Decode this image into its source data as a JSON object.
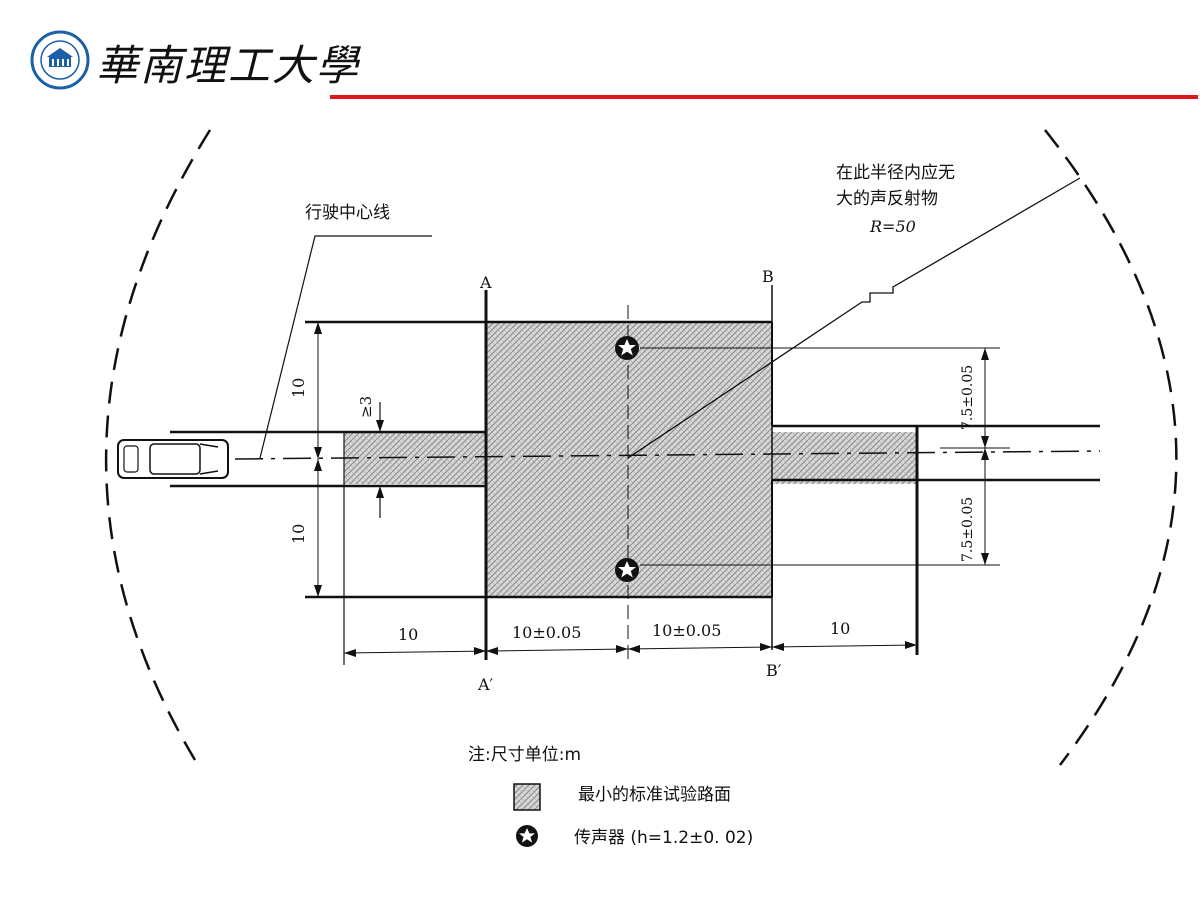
{
  "header": {
    "logo_text": "華南理工大學",
    "colors": {
      "rule": "#e0161b",
      "seal": "#1b5fa8"
    }
  },
  "diagram": {
    "centerline_label": "行驶中心线",
    "radius_note_line1": "在此半径内应无",
    "radius_note_line2": "大的声反射物",
    "radius_value": "R=50",
    "label_A": "A",
    "label_A_prime": "A′",
    "label_B": "B",
    "label_B_prime": "B′",
    "dim_top": "10",
    "dim_bottom": "10",
    "dim_lane": "≥3",
    "dim_mic_top": "7.5±0.05",
    "dim_mic_bottom": "7.5±0.05",
    "dim_lead_in": "10",
    "dim_center_left": "10±0.05",
    "dim_center_right": "10±0.05",
    "dim_lead_out": "10"
  },
  "legend": {
    "note": "注:尺寸单位:m",
    "surface_label": "最小的标准试验路面",
    "surface_icon": "hatched-surface-icon",
    "microphone_label": "传声器 (h=1.2±0. 02)",
    "microphone_icon": "star-circle-icon"
  }
}
